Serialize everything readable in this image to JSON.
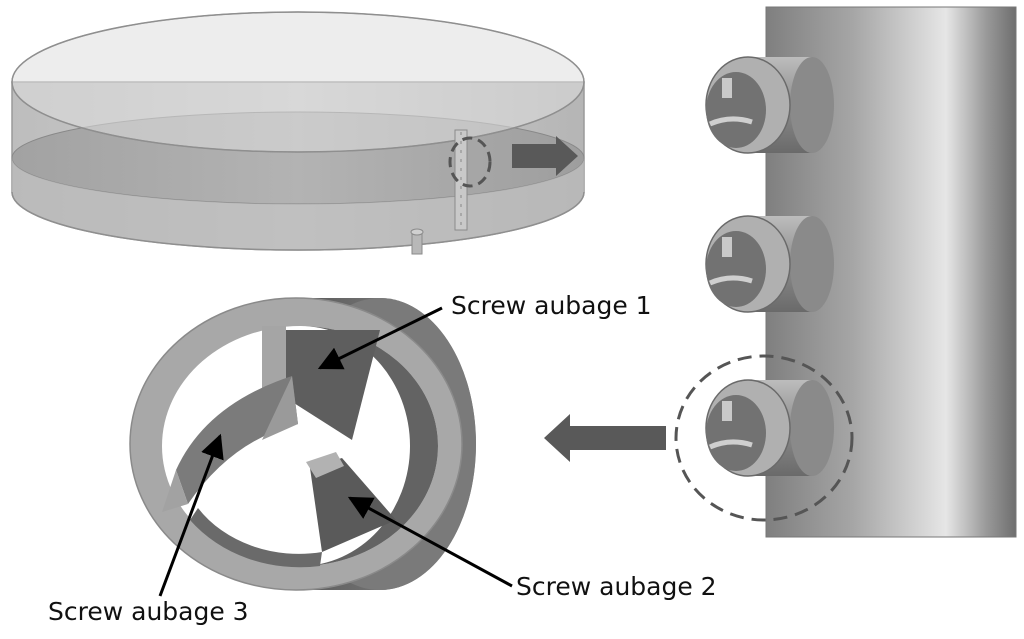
{
  "labels": {
    "aubage_1": "Screw aubage 1",
    "aubage_2": "Screw aubage 2",
    "aubage_3": "Screw aubage 3"
  },
  "colors": {
    "tank_rim": "#e2e2e2",
    "tank_water": "#a9a9a9",
    "pipe_mid": "#9c9c9c",
    "arrow": "#595959",
    "ring_face": "#a8a8a8",
    "ring_body": "#6f6f6f"
  }
}
